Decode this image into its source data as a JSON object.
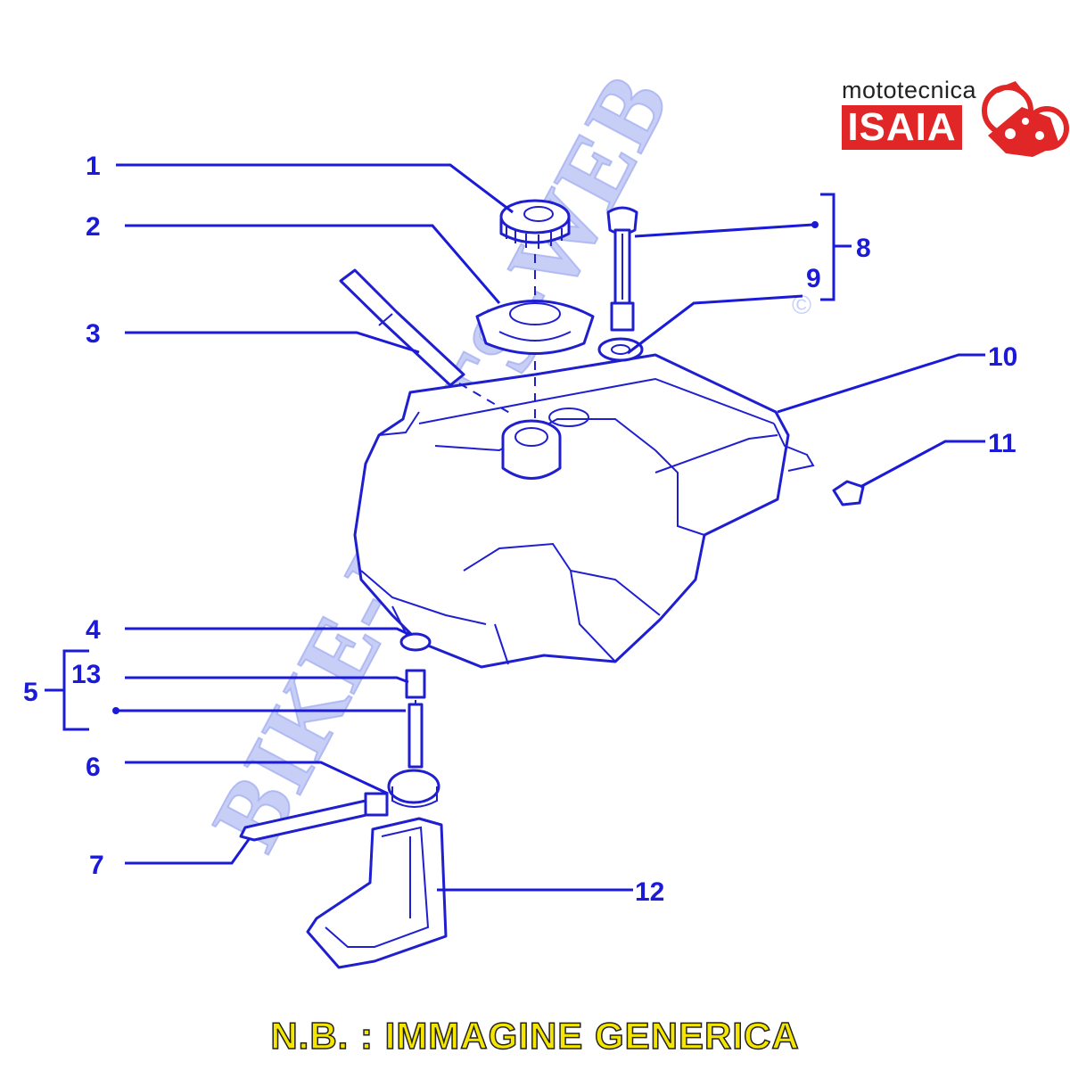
{
  "brand": {
    "small_text": "mototecnica",
    "logo_text": "ISAIA",
    "color": "#e02626"
  },
  "watermark": {
    "text": "BIKE-PARTS-WEB",
    "mark": "©",
    "color": "#9aa8f0"
  },
  "callouts": [
    "1",
    "2",
    "3",
    "4",
    "5",
    "13",
    "6",
    "7",
    "8",
    "9",
    "10",
    "11",
    "12"
  ],
  "footer": {
    "text": "N.B. : IMMAGINE GENERICA",
    "color": "#f4e600"
  },
  "line_color": "#1a1ad8"
}
